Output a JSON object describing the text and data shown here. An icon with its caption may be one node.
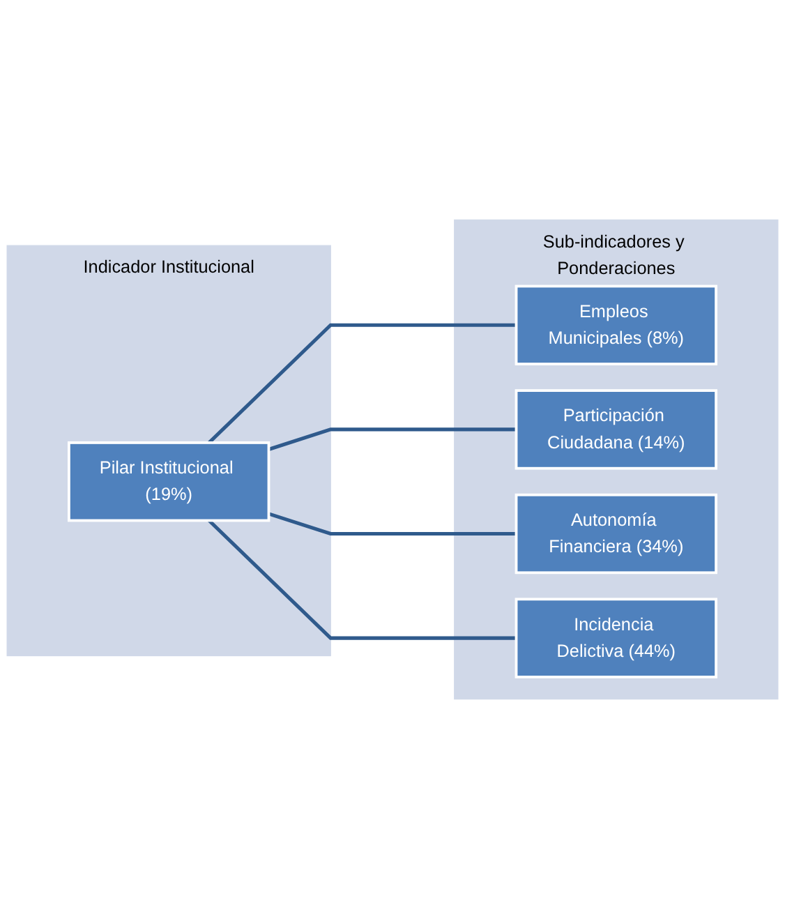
{
  "diagram": {
    "nodes": [
      {
        "text": [
          "Indicador Institucional"
        ]
      },
      {
        "text": [
          "Pilar Institucional (19%)"
        ],
        "in": 0
      },
      {
        "text": [
          "Sub-indicadores y Ponderaciones"
        ]
      },
      {
        "text": [
          "Empleos Municipales (8%)"
        ],
        "in": 2
      },
      {
        "text": [
          "Participación Ciudadana (14%)"
        ],
        "in": 2
      },
      {
        "text": [
          "Autonomía Financiera (34%)"
        ],
        "in": 2
      },
      {
        "text": [
          "Incidencia Delictiva (44%)"
        ],
        "in": 2
      }
    ],
    "edges": [
      {
        "from": 1,
        "to": 3,
        "arrow": "none"
      },
      {
        "from": 1,
        "to": 4,
        "arrow": "none"
      },
      {
        "from": 1,
        "to": 5,
        "arrow": "none"
      },
      {
        "from": 1,
        "to": 6,
        "arrow": "none"
      }
    ]
  }
}
